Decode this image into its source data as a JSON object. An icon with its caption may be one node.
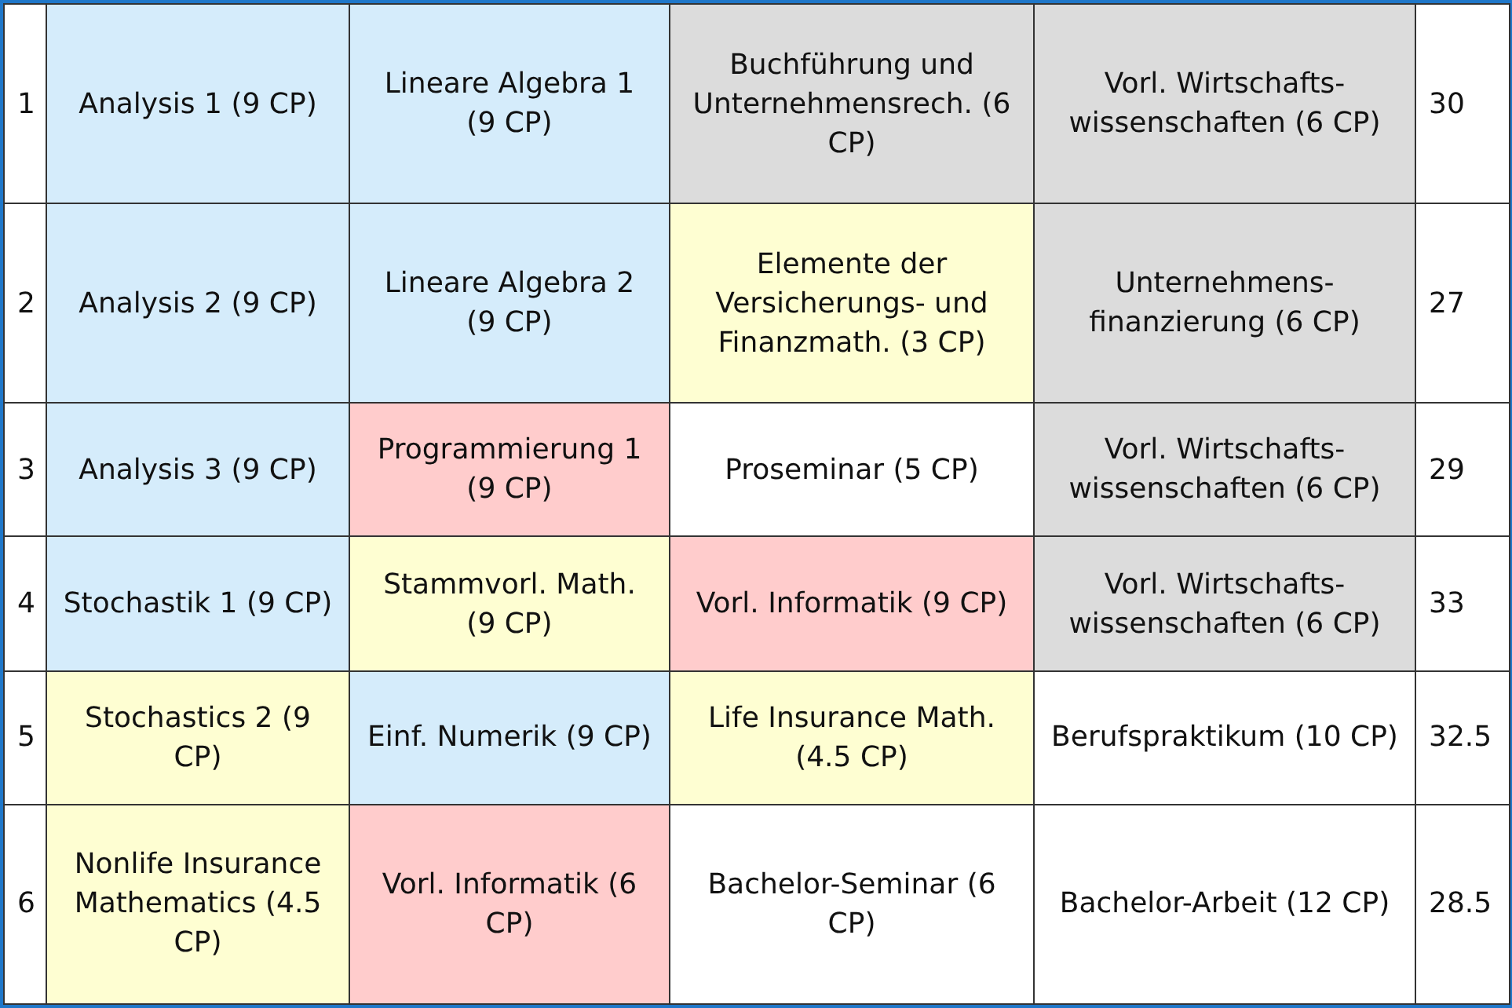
{
  "diagram": {
    "labels": [
      "1",
      "Analysis 1 (9 CP)",
      "Lineare Algebra 1 (9 CP)",
      "Buchführung und Unternehmensrech. (6 CP)",
      "Vorl. Wirtschafts- wissenschaften (6 CP)",
      "30",
      "2",
      "Analysis 2 (9 CP)",
      "Lineare Algebra 2 (9 CP)",
      "Elemente der Versicherungs- und Finanzmath. (3 CP)",
      "Unternehmens- finanzierung (6 CP)",
      "27",
      "3",
      "Analysis 3 (9 CP)",
      "Programmierung 1 (9 CP)",
      "Proseminar (5 CP)",
      "Vorl. Wirtschafts- wissenschaften (6 CP)",
      "29",
      "4",
      "Stochastik 1 (9 CP)",
      "Stammvorl. Math. (9 CP)",
      "Vorl. Informatik (9 CP)",
      "Vorl. Wirtschafts- wissenschaften (6 CP)",
      "33",
      "5",
      "Stochastics 2 (9 CP)",
      "Einf. Numerik (9 CP)",
      "Life Insurance Math. (4.5 CP)",
      "Berufspraktikum (10 CP)",
      "32.5",
      "6",
      "Nonlife Insurance Mathematics (4.5 CP)",
      "Vorl. Informatik (6 CP)",
      "Bachelor-Seminar (6 CP)",
      "Bachelor-Arbeit (12 CP)",
      "28.5"
    ]
  }
}
